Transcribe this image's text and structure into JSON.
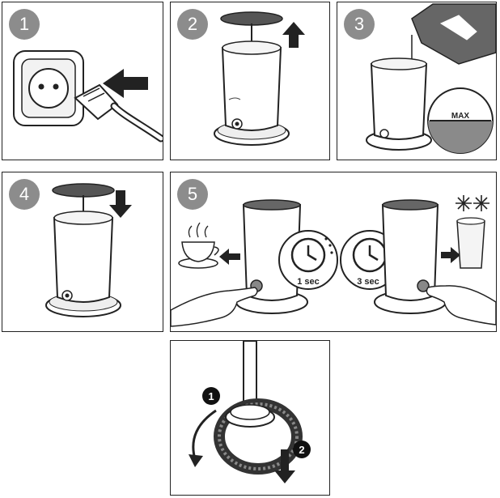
{
  "steps": [
    {
      "number": "1"
    },
    {
      "number": "2"
    },
    {
      "number": "3",
      "fill_label": "MAX"
    },
    {
      "number": "4"
    },
    {
      "number": "5",
      "left_time": "1 sec",
      "right_time": "3 sec"
    },
    {
      "callouts": [
        "1",
        "2"
      ]
    }
  ],
  "colors": {
    "badge": "#8c8c8c",
    "line": "#222222",
    "fill_dark": "#444444",
    "panel_bg": "#ffffff"
  }
}
